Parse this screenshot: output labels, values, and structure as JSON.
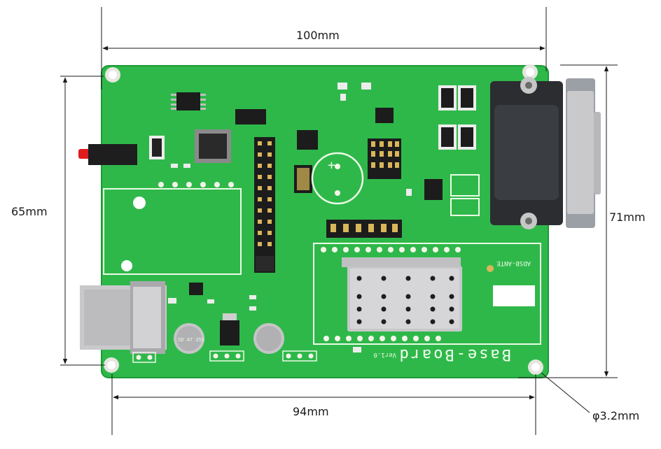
{
  "dimensions": {
    "width_top": "100mm",
    "width_bottom": "94mm",
    "height_left": "65mm",
    "height_right": "71mm",
    "hole": "φ3.2mm"
  },
  "board": {
    "name": "Base-Board",
    "version": "Ver1.0",
    "module_label": "ADSB-ANTE",
    "colors": {
      "pcb": "#2fb84a",
      "silkscreen": "#eafbe6",
      "connector": "#2b2d31",
      "shield": "#c9c9cc"
    }
  }
}
